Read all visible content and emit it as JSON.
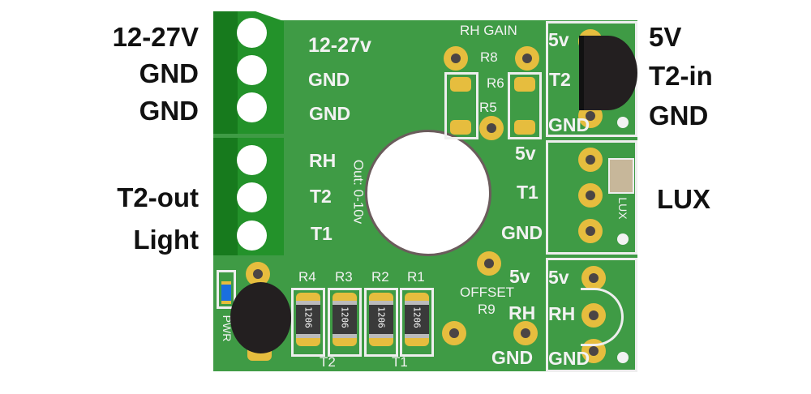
{
  "external_labels": {
    "left": [
      "12-27V",
      "GND",
      "GND",
      "T2-out",
      "Light"
    ],
    "right": [
      "5V",
      "T2-in",
      "GND",
      "LUX"
    ]
  },
  "silkscreen": {
    "terminal_top": [
      "12-27v",
      "GND",
      "GND"
    ],
    "terminal_bottom": [
      "RH",
      "T2",
      "T1"
    ],
    "output_note": "Out: 0-10v",
    "rh_gain": "RH GAIN",
    "r8": "R8",
    "r6": "R6",
    "r5": "R5",
    "mid_right": [
      "5v",
      "T1",
      "GND"
    ],
    "offset": "OFFSET",
    "r9": "R9",
    "mid_bottom": [
      "5v",
      "RH",
      "GND"
    ],
    "resistors": [
      {
        "ref": "R4",
        "code": "1206"
      },
      {
        "ref": "R3",
        "code": "1206"
      },
      {
        "ref": "R2",
        "code": "1206"
      },
      {
        "ref": "R1",
        "code": "1206"
      }
    ],
    "t2": "T2",
    "t1": "T1",
    "pwr": "PWR",
    "module_t2": [
      "5v",
      "T2",
      "GND"
    ],
    "module_lux": "LUX",
    "module_rh": [
      "5v",
      "RH",
      "GND"
    ]
  },
  "colors": {
    "board": "#3f9b45",
    "terminal": "#23922a",
    "pad": "#e6bd3e"
  }
}
